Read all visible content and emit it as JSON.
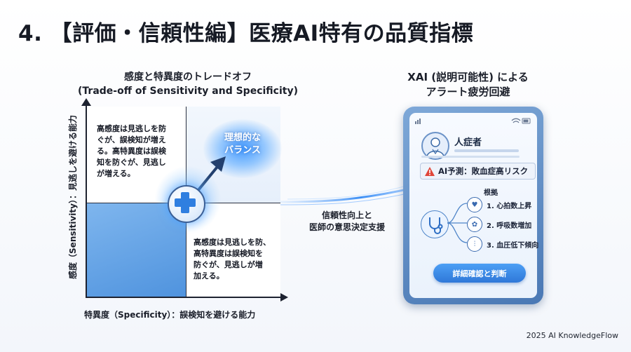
{
  "title": "4. 【評価・信頼性編】医療AI特有の品質指標",
  "tradeoff": {
    "heading_ja": "感度と特異度のトレードオフ",
    "heading_en": "(Trade-off of Sensitivity and Specificity)",
    "y_axis_label": "感度（Sensitivity）：見逃しを避ける能力",
    "x_axis_label": "特異度（Specificity）：誤検知を避ける能力",
    "top_left_lines": [
      "高感度は見逃しを防",
      "ぐが、誤検知が増え",
      "る。高特異度は誤検",
      "知を防ぐが、見逃し",
      "が増える。"
    ],
    "bottom_right_lines": [
      "高感度は見逃しを防、",
      "高特異度は誤検知を",
      "防ぐが、見逃しが増",
      "加える。"
    ],
    "ideal_lines": [
      "理想的な",
      "バランス"
    ]
  },
  "connector": {
    "lines": [
      "信頼性向上と",
      "医師の意思決定支援"
    ]
  },
  "xai": {
    "heading_lines": [
      "XAI (説明可能性) による",
      "アラート疲労回避"
    ],
    "patient_label": "人症者",
    "alert": "AI予測：敗血症高リスク",
    "basis_label": "根拠",
    "reasons": [
      {
        "icon": "heart-rate-icon",
        "text": "1. 心拍数上昇"
      },
      {
        "icon": "lungs-icon",
        "text": "2. 呼吸数増加"
      },
      {
        "icon": "thermometer-icon",
        "text": "3. 血圧低下傾向"
      }
    ],
    "button_label": "詳細確認と判断"
  },
  "footer": "2025 AI KnowledgeFlow",
  "colors": {
    "accent_blue": "#2f78d8",
    "quadrant_fill": "#4f93de",
    "alert_red": "#e0463a",
    "axis": "#1d2230"
  }
}
